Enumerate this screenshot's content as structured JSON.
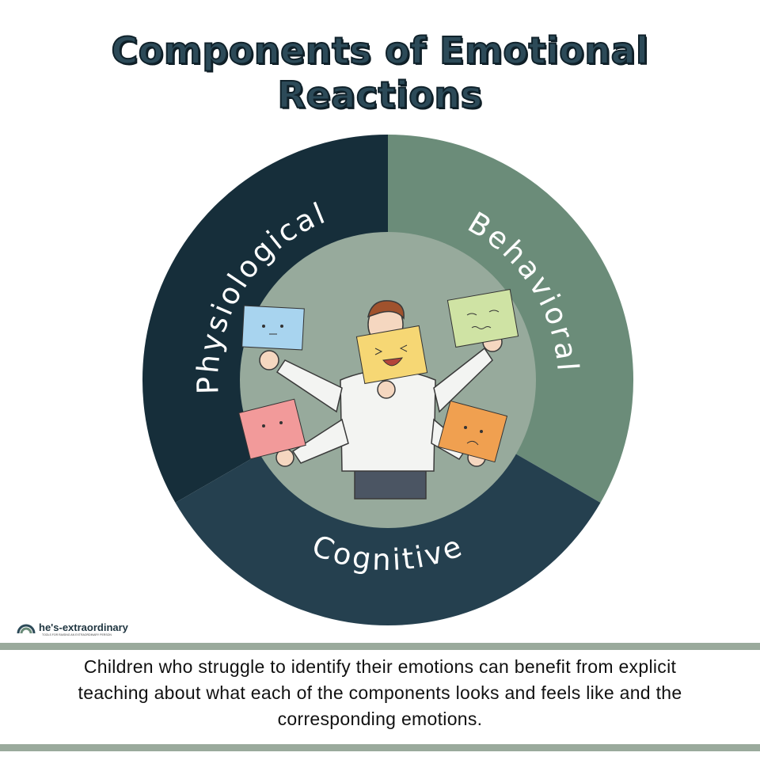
{
  "title": {
    "line1": "Components of Emotional",
    "line2": "Reactions"
  },
  "segments": [
    {
      "label": "Physiological",
      "color": "#162e3a"
    },
    {
      "label": "Behavioral",
      "color": "#6b8c79"
    },
    {
      "label": "Cognitive",
      "color": "#25404f"
    }
  ],
  "inner_circle_color": "#97aa9c",
  "logo": {
    "name": "he's-extraordinary",
    "tagline": "TOOLS FOR RAISING AN EXTRAORDINARY PERSON"
  },
  "caption": {
    "line1": "Children who struggle to identify their emotions can benefit from explicit",
    "line2": "teaching about what each of the components looks and feels like and the",
    "line3": "corresponding emotions."
  },
  "accent_bar_color": "#9aaa9c"
}
